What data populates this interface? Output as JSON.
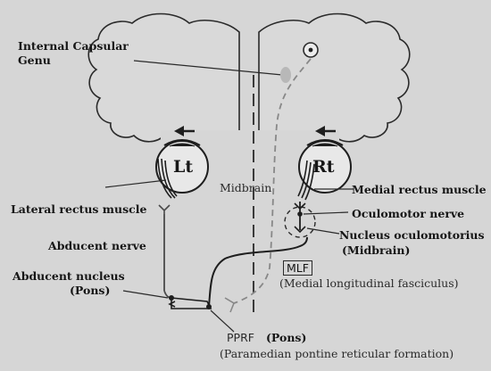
{
  "labels": {
    "internal_capsule": "Internal Capsular\nGenu",
    "midbrain": "Midbrain",
    "left_eye": "Lt",
    "right_eye": "Rt",
    "lateral_rectus": "Lateral rectus muscle",
    "medial_rectus": "Medial rectus muscle",
    "oculomotor_nerve": "Oculomotor nerve",
    "nucleus_oculomotorius": "Nucleus oculomotorius",
    "nucleus_oculomotorius_note": "(Midbrain)",
    "abducent_nerve": "Abducent nerve",
    "abducent_nucleus": "Abducent nucleus",
    "abducent_nucleus_note": "(Pons)",
    "mlf_abbrev": "MLF",
    "mlf_full": "(Medial longitudinal fasciculus)",
    "pprf_abbrev": "PPRF",
    "pprf_note": "(Pons)",
    "pprf_full": "(Paramedian pontine reticular formation)"
  },
  "colors": {
    "background": "#d6d6d6",
    "ink": "#161616",
    "cortex_fill": "#d9d9d9",
    "tract": "#1e1e1e",
    "dashed_tract": "#888888"
  },
  "icons": {
    "gaze_arrows": "arrow-left-icon",
    "eyeballs": "eye-icon",
    "origin_marker": "circled-dot-icon"
  }
}
